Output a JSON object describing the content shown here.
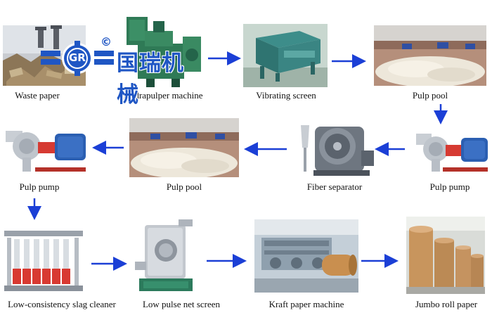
{
  "brand": {
    "logo_text": "国瑞机械",
    "mark": "GR",
    "copyright_symbol": "©",
    "color": "#1f56c4"
  },
  "arrow_color": "#1b3fd6",
  "steps": [
    {
      "id": "waste-paper",
      "label": "Waste paper"
    },
    {
      "id": "hydrapulper-machine",
      "label": "Hydrapulper machine"
    },
    {
      "id": "vibrating-screen",
      "label": "Vibrating screen"
    },
    {
      "id": "pulp-pool-1",
      "label": "Pulp pool"
    },
    {
      "id": "pulp-pump-1",
      "label": "Pulp pump"
    },
    {
      "id": "fiber-separator",
      "label": "Fiber separator"
    },
    {
      "id": "pulp-pool-2",
      "label": "Pulp pool"
    },
    {
      "id": "pulp-pump-2",
      "label": "Pulp pump"
    },
    {
      "id": "low-consistency-slag-cleaner",
      "label": "Low-consistency slag cleaner"
    },
    {
      "id": "low-pulse-net-screen",
      "label": "Low pulse net screen"
    },
    {
      "id": "kraft-paper-machine",
      "label": "Kraft paper machine"
    },
    {
      "id": "jumbo-roll-paper",
      "label": "Jumbo roll paper"
    }
  ]
}
